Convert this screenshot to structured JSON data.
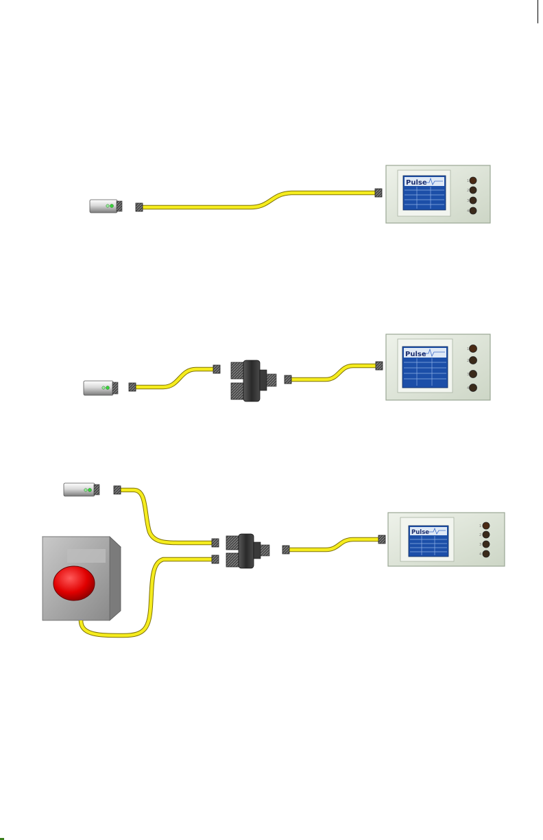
{
  "monitor": {
    "screen_title": "Pulse",
    "channel_labels": [
      "1",
      "2",
      "3",
      "4"
    ]
  },
  "colors": {
    "cable": "#f5ec1e",
    "cable_edge": "#b9a90a",
    "connector": "#3e3e3e",
    "monitor_body": "#dfe6da",
    "screen_bg": "#1c4fa8",
    "push_button": "#e00000",
    "sensor_led": "#38d23a"
  },
  "icons": {
    "sensor": "cylinder-sensor-icon",
    "monitor": "pulse-monitor-icon",
    "splitter": "y-splitter-icon",
    "push_button": "red-push-button-icon"
  }
}
